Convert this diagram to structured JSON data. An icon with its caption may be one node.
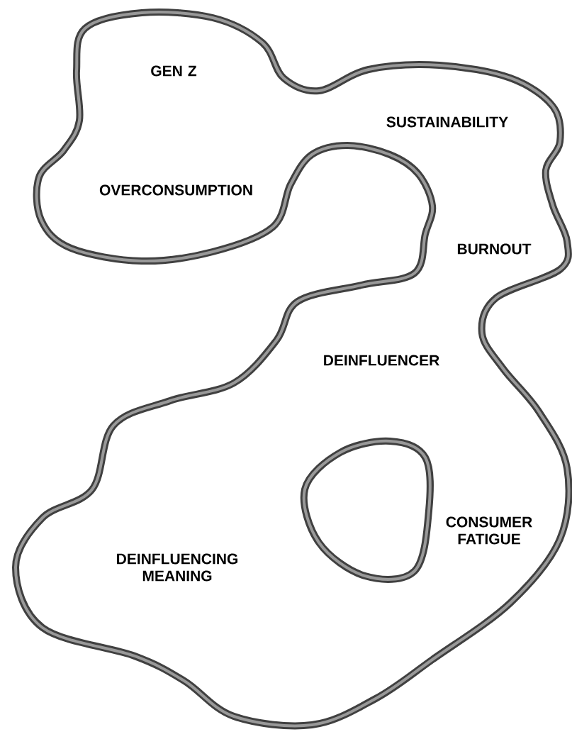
{
  "diagram": {
    "nodes": [
      {
        "text": [
          "GEN Z",
          "SUSTAINABILITY",
          "OVERCONSUMPTION",
          "BURNOUT",
          "DEINFLUENCER",
          "DEINFLUENCING MEANING",
          "CONSUMER FATIGUE"
        ]
      }
    ]
  }
}
